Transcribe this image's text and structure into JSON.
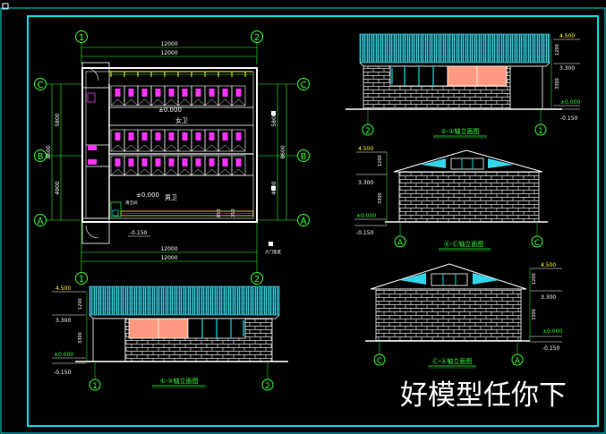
{
  "watermark": "好模型任你下",
  "plan": {
    "grid_top": [
      "1",
      "2"
    ],
    "grid_bottom": [
      "1",
      "2"
    ],
    "grid_left": [
      "C",
      "B",
      "A"
    ],
    "dim_top_overall": "12000",
    "dim_top_inner": "12000",
    "dim_bottom_overall": "12000",
    "dim_bottom_inner": "12000",
    "dim_left_ca": "8600",
    "dim_left_cb": "5800",
    "dim_left_ba": "4900",
    "dim_right_cb": "5800",
    "dim_right_ba": "4900",
    "dim_right_ca": "8600",
    "label_female": "女卫",
    "label_male": "男卫",
    "level_female": "±0.000",
    "level_male": "±0.000",
    "level_outside": "-0.150",
    "note_small": "清洁间",
    "dim_small_a": "850",
    "dim_small_b": "350",
    "side_note": "大门宽度"
  },
  "elev_21": {
    "title": "②-①轴立面图",
    "axis_left": "2",
    "axis_right": "1",
    "level_top": "4.500",
    "level_eave": "3.300",
    "level_floor": "±0.000",
    "level_ground": "-0.150",
    "dim_height": "3300",
    "dim_roof": "1200"
  },
  "elev_ac": {
    "title": "Ⓐ-Ⓒ轴立面图",
    "axis_left": "A",
    "axis_right": "C",
    "level_top": "4.500",
    "level_eave": "3.300",
    "level_floor": "±0.000",
    "level_ground": "-0.150",
    "dim_height": "3300",
    "dim_roof": "1200"
  },
  "elev_12": {
    "title": "①-②轴立面图",
    "axis_left": "1",
    "axis_right": "2",
    "level_top": "4.500",
    "level_eave": "3.300",
    "level_floor": "±0.000",
    "level_ground": "-0.150",
    "dim_height": "3300",
    "dim_roof": "1200"
  },
  "elev_ca": {
    "title": "Ⓒ-Ⓐ轴立面图",
    "axis_left": "C",
    "axis_right": "A",
    "level_top": "4.500",
    "level_eave": "3.300",
    "level_floor": "±0.000",
    "level_ground": "-0.150",
    "dim_height": "3300",
    "dim_roof": "1200"
  },
  "colors": {
    "frame": "#00e5e5",
    "wall": "#ffffff",
    "dim": "#33ff33",
    "roof": "#35c0d0",
    "window_glass": "#00dcdc",
    "door_fill": "#ff9a80",
    "fixture": "#ff33ff",
    "gable_vent": "#35d5e8"
  }
}
